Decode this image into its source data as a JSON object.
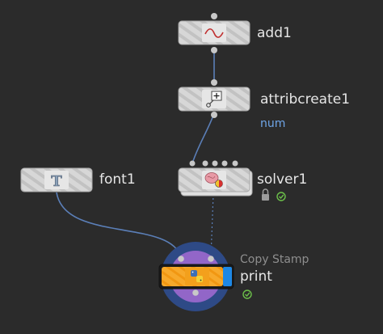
{
  "nodes": {
    "add1": {
      "name": "add1",
      "icon": "wave-icon"
    },
    "attribcreate1": {
      "name": "attribcreate1",
      "icon": "attrib-plus-icon",
      "attribute": "num"
    },
    "font1": {
      "name": "font1",
      "icon": "font-t-icon"
    },
    "solver1": {
      "name": "solver1",
      "icon": "solver-brain-icon",
      "flags": [
        "lock-icon",
        "checkmark-icon"
      ]
    },
    "print": {
      "name": "print",
      "type": "Copy Stamp",
      "icon": "python-icon",
      "flags": [
        "checkmark-icon"
      ]
    }
  },
  "colors": {
    "background": "#2b2b2b",
    "node_fill": "#d4d4d4",
    "wire_blue": "#5b7fb8",
    "selected_node": "#f5a623",
    "accent_purple": "#9b59d0",
    "accent_blue": "#1e88e5"
  }
}
